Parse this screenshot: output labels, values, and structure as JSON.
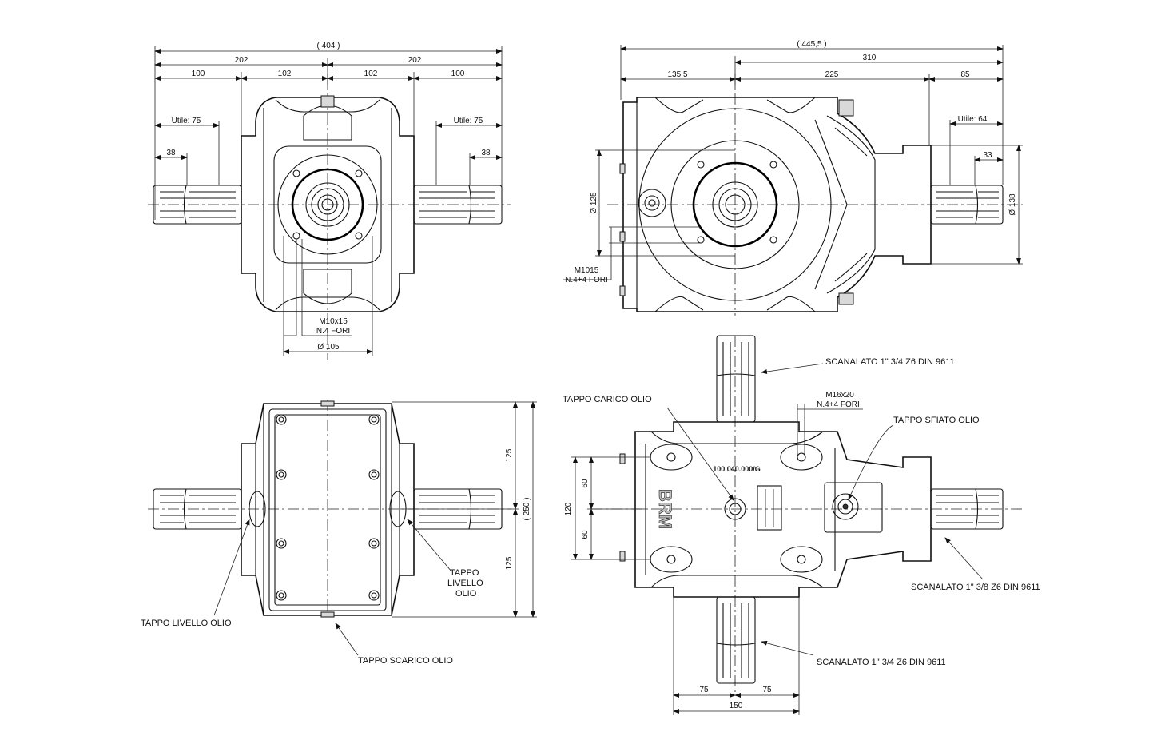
{
  "views": {
    "front": {
      "overall": "( 404 )",
      "half_left": "202",
      "half_right": "202",
      "shaft_left": "100",
      "body_left": "102",
      "body_right": "102",
      "shaft_right": "100",
      "useful_left": "Utile: 75",
      "useful_right": "Utile: 75",
      "spline_left": "38",
      "spline_right": "38",
      "holes": "M10x15",
      "holes_count": "N.4 FORI",
      "diameter": "Ø 105"
    },
    "side": {
      "overall": "( 445,5 )",
      "to_end": "310",
      "left": "135,5",
      "middle": "225",
      "shaft": "85",
      "useful": "Utile: 64",
      "spline": "33",
      "dia_shaft": "Ø 138",
      "dia_flange": "Ø 125",
      "holes": "M1015",
      "holes_count": "N.4+4 FORI"
    },
    "bottom": {
      "upper": "125",
      "lower": "125",
      "overall": "( 250 )",
      "plug_level_left": "TAPPO LIVELLO OLIO",
      "plug_level_right_1": "TAPPO",
      "plug_level_right_2": "LIVELLO",
      "plug_level_right_3": "OLIO",
      "plug_drain": "TAPPO SCARICO OLIO"
    },
    "top": {
      "spline_top": "SCANALATO 1\" 3/4 Z6 DIN 9611",
      "plug_fill": "TAPPO CARICO OLIO",
      "holes": "M16x20",
      "holes_count": "N.4+4 FORI",
      "plug_vent": "TAPPO SFIATO OLIO",
      "part_number": "100.040.000/G",
      "brand": "BRM",
      "dim_120": "120",
      "dim_60a": "60",
      "dim_60b": "60",
      "spline_right": "SCANALATO  1\" 3/8 Z6 DIN 9611",
      "spline_bottom": "SCANALATO 1\" 3/4 Z6 DIN 9611",
      "dim_75a": "75",
      "dim_75b": "75",
      "dim_150": "150"
    }
  }
}
